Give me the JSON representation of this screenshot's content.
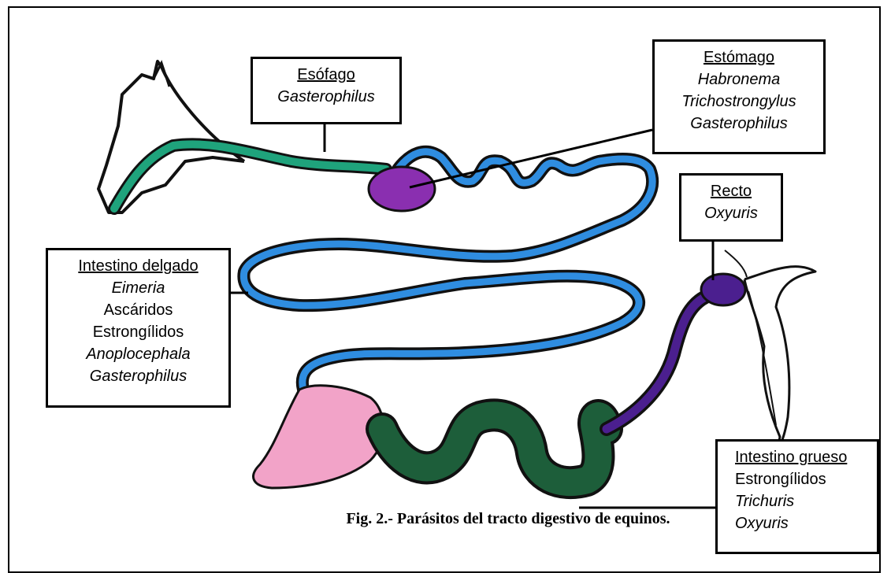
{
  "caption": "Fig. 2.- Parásitos del tracto digestivo de equinos.",
  "colors": {
    "esophagus": "#1fa37c",
    "stomach": "#8a2fb0",
    "small_intestine": "#2f8de0",
    "cecum": "#f2a3c8",
    "large_intestine": "#1d5e3a",
    "rectum": "#4b1f8f",
    "outline": "#111111"
  },
  "labels": {
    "esofago": {
      "title": "Esófago",
      "items": [
        "Gasterophilus"
      ]
    },
    "estomago": {
      "title": "Estómago",
      "items": [
        "Habronema",
        "Trichostrongylus",
        "Gasterophilus"
      ]
    },
    "recto": {
      "title": "Recto",
      "items": [
        "Oxyuris"
      ]
    },
    "intestino_delgado": {
      "title": "Intestino delgado",
      "items": [
        "Eimeria",
        "Ascáridos",
        "Estrongílidos",
        "Anoplocephala",
        "Gasterophilus"
      ]
    },
    "intestino_grueso": {
      "title": "Intestino grueso",
      "items": [
        "Estrongílidos",
        "Trichuris",
        "Oxyuris"
      ]
    }
  }
}
